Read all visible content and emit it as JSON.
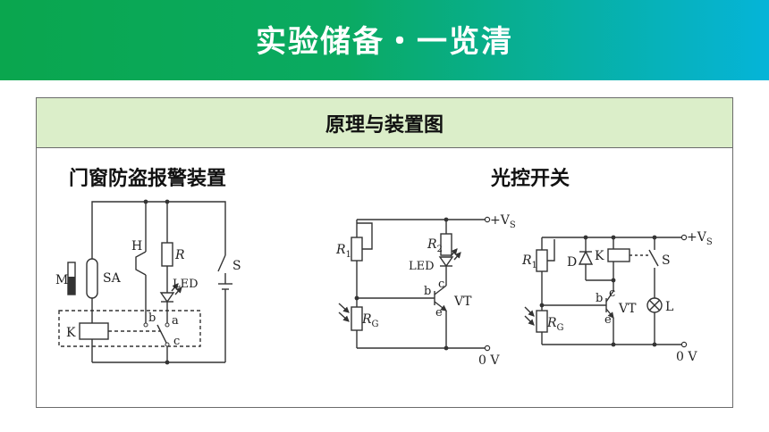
{
  "header": {
    "title": "实验储备・一览清"
  },
  "panel": {
    "heading": "原理与装置图",
    "left_title": "门窗防盗报警装置",
    "right_title": "光控开关"
  },
  "diagram_burglar": {
    "labels": {
      "H": "H",
      "R": "R",
      "LED": "LED",
      "S": "S",
      "M": "M",
      "SA": "SA",
      "K": "K",
      "b": "b",
      "a": "a",
      "c": "c"
    }
  },
  "diagram_light1": {
    "labels": {
      "vs": "+V",
      "vs_sub": "S",
      "R1": "R",
      "R1_sub": "1",
      "R2": "R",
      "R2_sub": "2",
      "LED": "LED",
      "RG": "R",
      "RG_sub": "G",
      "b": "b",
      "c": "c",
      "e": "e",
      "VT": "VT",
      "ground": "0 V"
    }
  },
  "diagram_light2": {
    "labels": {
      "vs": "+V",
      "vs_sub": "S",
      "R1": "R",
      "R1_sub": "1",
      "D": "D",
      "K": "K",
      "S": "S",
      "b": "b",
      "c": "c",
      "e": "e",
      "VT": "VT",
      "L": "L",
      "RG": "R",
      "RG_sub": "G",
      "ground": "0 V"
    }
  }
}
